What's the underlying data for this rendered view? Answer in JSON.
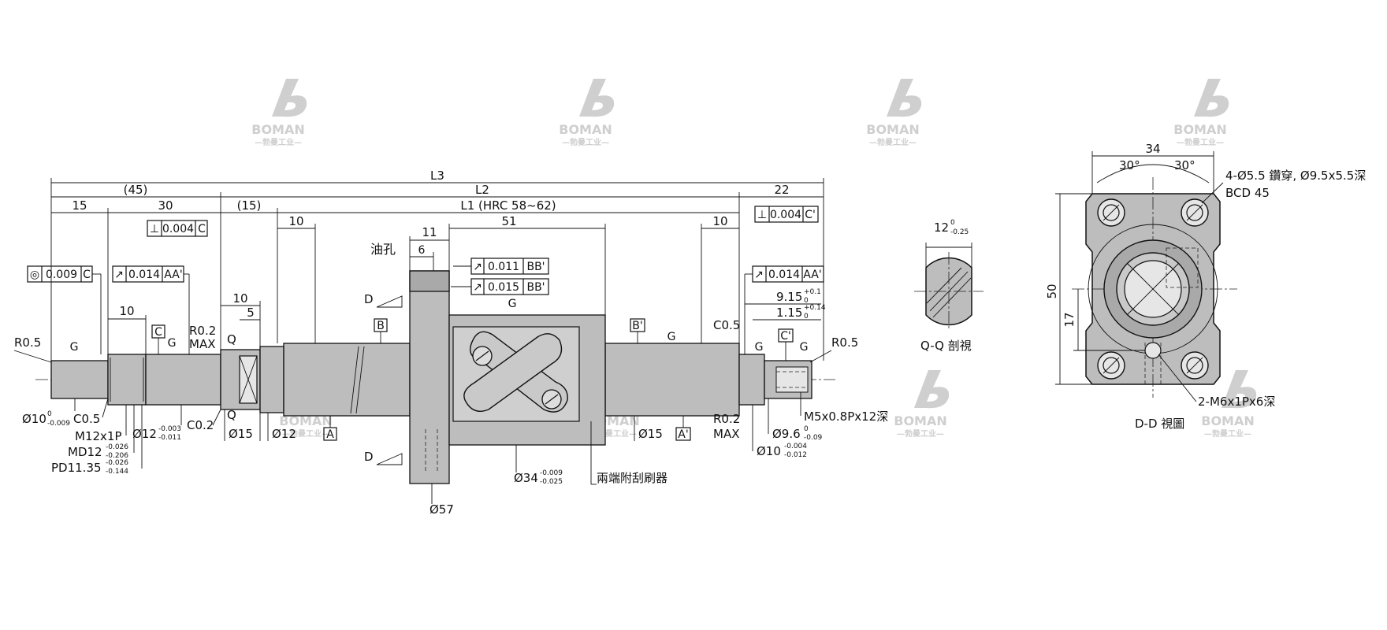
{
  "dims": {
    "l3": "L3",
    "l2": "L2",
    "l1": "L1 (HRC 58~62)",
    "d45": "(45)",
    "d15a": "15",
    "d30": "30",
    "d15b": "(15)",
    "d10a": "10",
    "d10b": "10",
    "d10c": "10",
    "d5": "5",
    "d10d": "10",
    "d22": "22",
    "d51": "51",
    "d11": "11",
    "d6": "6"
  },
  "tolerances": {
    "perp_c": "0.004",
    "perp_c_ref": "C",
    "conc": "0.009",
    "conc_ref": "C",
    "runout_aa1": "0.014",
    "runout_aa1_ref": "AA'",
    "bb1": "0.011",
    "bb1_ref": "BB'",
    "bb2": "0.015",
    "bb2_ref": "BB'",
    "perp_c2": "0.004",
    "perp_c2_ref": "C'",
    "runout_aa2": "0.014",
    "runout_aa2_ref": "AA'"
  },
  "labels": {
    "r05_left": "R0.5",
    "r05_right": "R0.5",
    "g": "G",
    "c_box": "C",
    "c1_box": "C'",
    "a_box": "A",
    "a1_box": "A'",
    "b_box": "B",
    "b1_box": "B'",
    "r02": "R0.2",
    "max": "MAX",
    "r02_right": "R0.2",
    "max_right": "MAX",
    "q": "Q",
    "d": "D",
    "oil": "油孔",
    "c05_left": "C0.5",
    "c05_right": "C0.5",
    "c02": "C0.2",
    "dia10": "Ø10",
    "dia10_up": "0",
    "dia10_lo": "-0.009",
    "m12": "M12x1P",
    "md12": "MD12",
    "md12_up": "-0.026",
    "md12_lo": "-0.206",
    "pd": "PD11.35",
    "pd_up": "-0.026",
    "pd_lo": "-0.144",
    "dia12t": "Ø12",
    "dia12t_up": "-0.003",
    "dia12t_lo": "-0.011",
    "dia15a": "Ø15",
    "dia12": "Ø12",
    "dia15b": "Ø15",
    "dia57": "Ø57",
    "dia34": "Ø34",
    "dia34_up": "-0.009",
    "dia34_lo": "-0.025",
    "wiper": "兩端附刮刷器",
    "m5": "M5x0.8Px12深",
    "dia96": "Ø9.6",
    "dia96_up": "0",
    "dia96_lo": "-0.09",
    "dia10r": "Ø10",
    "dia10r_up": "-0.004",
    "dia10r_lo": "-0.012",
    "d915": "9.15",
    "d915_up": "+0.1",
    "d915_lo": "0",
    "d115": "1.15",
    "d115_up": "+0.14",
    "d115_lo": "0",
    "qq_12": "12",
    "qq_12_up": "0",
    "qq_12_lo": "-0.25",
    "qq_title": "Q-Q 剖視",
    "dd_34": "34",
    "dd_30a": "30°",
    "dd_30b": "30°",
    "dd_holes": "4-Ø5.5 鑽穿, Ø9.5x5.5深",
    "dd_bcd": "BCD 45",
    "dd_50": "50",
    "dd_17": "17",
    "dd_m6": "2-M6x1Px6深",
    "dd_title": "D-D 視圖"
  },
  "watermark": {
    "brand": "BOMAN",
    "sub": "—勃曼工业—"
  },
  "colors": {
    "line": "#111111",
    "part_fill": "#bdbdbd",
    "watermark": "#cfcfcf"
  }
}
